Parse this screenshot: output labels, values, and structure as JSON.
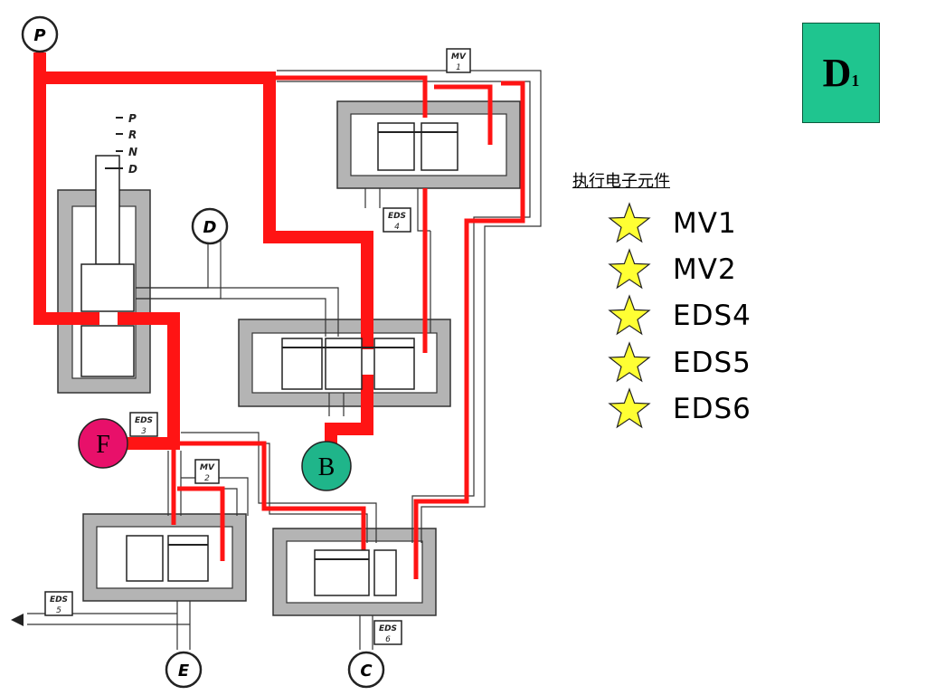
{
  "gear": {
    "main": "D",
    "sub": "1"
  },
  "legend": {
    "title": "执行电子元件",
    "items": [
      {
        "label": "MV1"
      },
      {
        "label": "MV2"
      },
      {
        "label": "EDS4"
      },
      {
        "label": "EDS5"
      },
      {
        "label": "EDS6"
      }
    ]
  },
  "diagram": {
    "ports": {
      "p": "P",
      "d": "D",
      "e": "E",
      "c": "C",
      "f": "F",
      "b": "B"
    },
    "valves": {
      "mv1": {
        "name": "MV",
        "num": "1"
      },
      "mv2": {
        "name": "MV",
        "num": "2"
      },
      "eds3": {
        "name": "EDS",
        "num": "3"
      },
      "eds4": {
        "name": "EDS",
        "num": "4"
      },
      "eds5": {
        "name": "EDS",
        "num": "5"
      },
      "eds6": {
        "name": "EDS",
        "num": "6"
      }
    },
    "selector_positions": [
      "P",
      "R",
      "N",
      "D"
    ]
  },
  "colors": {
    "pressure": "#ff1414",
    "gear_box": "#1fc58f",
    "port_f": "#e8106a",
    "port_b": "#1fb58a",
    "star": "#ffff33",
    "housing": "#b4b4b4"
  }
}
